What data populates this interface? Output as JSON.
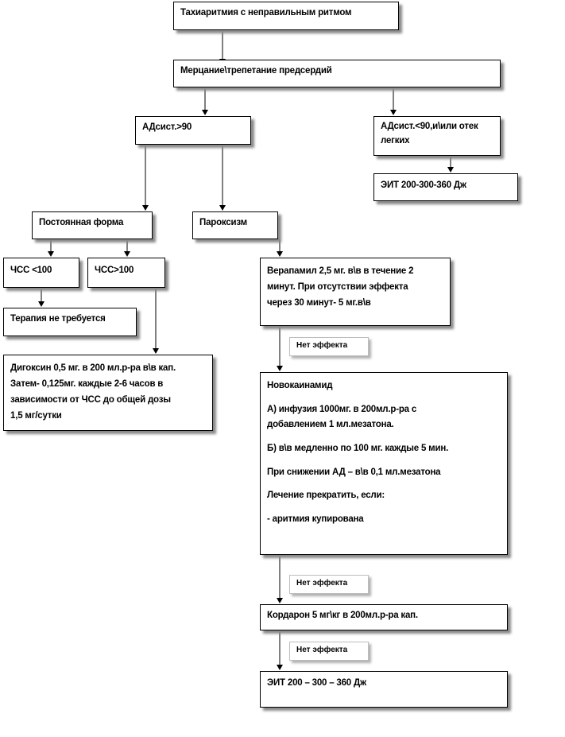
{
  "boxes": {
    "tachy": "Тахиаритмия с неправильным ритмом",
    "flutter": "Мерцание\\трепетание предсердий",
    "bp_high": "АДсист.>90",
    "bp_low": "АДсист.<90,и\\или отек легких",
    "eit1": "ЭИТ 200-300-360  Дж",
    "permanent": "Постоянная форма",
    "paroxysm": "Пароксизм",
    "hr_low": "ЧСС <100",
    "hr_high": "ЧСС>100",
    "no_therapy": "Терапия не требуется",
    "digoxin": [
      "Дигоксин 0,5 мг. в 200 мл.р-ра в\\в кап.",
      "Затем- 0,125мг. каждые 2-6 часов в",
      "зависимости от ЧСС до общей дозы",
      "1,5 мг/сутки"
    ],
    "verapamil": [
      "Верапамил 2,5 мг. в\\в в течение 2",
      "минут. При отсутствии эффекта",
      "через 30 минут- 5 мг.в\\в"
    ],
    "novocain": [
      "Новокаинамид",
      "А) инфузия 1000мг.  в 200мл.р-ра с",
      "добавлением 1 мл.мезатона.",
      "Б) в\\в медленно по 100 мг. каждые 5 мин.",
      "При снижении АД – в\\в 0,1 мл.мезатона",
      "Лечение прекратить, если:",
      "- аритмия купирована"
    ],
    "cordarone": "Кордарон 5 мг\\кг в 200мл.р-ра кап.",
    "eit2": "ЭИТ 200  –  300  –  360  Дж"
  },
  "notes": {
    "no_effect_1": "Нет эффекта",
    "no_effect_2": "Нет эффекта",
    "no_effect_3": "Нет эффекта"
  }
}
